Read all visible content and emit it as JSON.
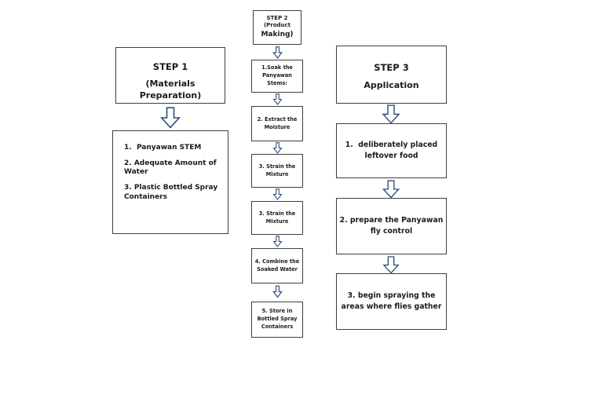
{
  "theme": {
    "bg_color": "#ffffff",
    "border_color": "#3f3f3f",
    "text_color": "#1b1b1b",
    "arrow_color": "#2e4d7c"
  },
  "diagram": {
    "left": {
      "header": {
        "title": "STEP 1",
        "subtitle_lines": [
          "(Materials",
          "Preparation)"
        ]
      },
      "materials": {
        "items": [
          {
            "lines": [
              "1.  Panyawan STEM"
            ]
          },
          {
            "lines": [
              "2. Adequate Amount of",
              "Water"
            ]
          },
          {
            "lines": [
              "3. Plastic Bottled Spray",
              "Containers"
            ]
          }
        ]
      }
    },
    "middle": {
      "header": {
        "line1": "STEP 2",
        "line2": "(Product",
        "line3": "Making)"
      },
      "steps": [
        {
          "lines": [
            "1.Soak the",
            "Panyawan",
            "Stems:"
          ]
        },
        {
          "lines": [
            "2. Extract the",
            "Moisture"
          ]
        },
        {
          "lines": [
            "3. Strain the",
            "Mixture"
          ]
        },
        {
          "lines": [
            "3. Strain the",
            "Mixture"
          ]
        },
        {
          "lines": [
            "4. Combine the",
            "Soaked Water"
          ]
        },
        {
          "lines": [
            "5. Store in",
            "Bottled Spray",
            "Containers"
          ]
        }
      ]
    },
    "right": {
      "header": {
        "title": "STEP 3",
        "subtitle_lines": [
          "Application"
        ]
      },
      "steps": [
        {
          "lines": [
            "1.  deliberately placed",
            "leftover food"
          ]
        },
        {
          "lines": [
            "2. prepare the Panyawan",
            "fly control"
          ]
        },
        {
          "lines": [
            "3. begin spraying the",
            "areas where flies gather"
          ]
        }
      ]
    }
  }
}
